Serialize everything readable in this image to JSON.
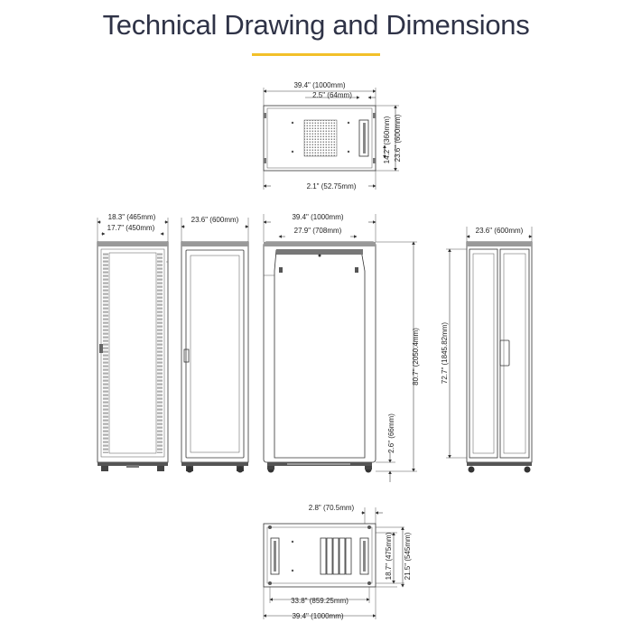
{
  "title": "Technical Drawing and Dimensions",
  "accent_color": "#f2c029",
  "title_color": "#2f3347",
  "views": {
    "top": {
      "width": "39.4\" (1000mm)",
      "inset": "2.5\" (64mm)",
      "depth_inner": "14.2\" (360mm)",
      "depth": "23.6\" (600mm)",
      "offset": "2.1\" (52.75mm)"
    },
    "side": {
      "outer": "18.3\" (465mm)",
      "inner": "17.7\" (450mm)"
    },
    "front": {
      "width": "23.6\" (600mm)"
    },
    "rear": {
      "width": "39.4\" (1000mm)",
      "inner_width": "27.9\" (708mm)",
      "height": "80.7\" (2050.4mm)",
      "foot": "2.6\" (66mm)"
    },
    "door": {
      "width": "23.6\" (600mm)",
      "height": "72.7\" (1845.82mm)"
    },
    "bottom": {
      "offset": "2.8\" (70.5mm)",
      "depth_inner": "18.7\" (475mm)",
      "depth": "21.5\" (545mm)",
      "inner_width": "33.8\" (859.25mm)",
      "width": "39.4\" (1000mm)"
    }
  }
}
